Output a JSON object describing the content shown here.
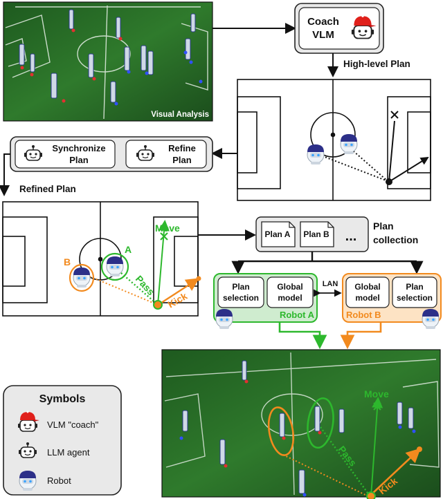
{
  "photo_top": {
    "caption": "Visual Analysis"
  },
  "coach": {
    "line1": "Coach",
    "line2": "VLM"
  },
  "high_level_plan": "High-level Plan",
  "sync_box": {
    "sync_line1": "Synchronize",
    "sync_line2": "Plan",
    "refine_line1": "Refine",
    "refine_line2": "Plan"
  },
  "refined_plan": "Refined Plan",
  "refined_field": {
    "move": "Move",
    "pass": "Pass",
    "kick": "Kick",
    "robot_a_tag": "A",
    "robot_b_tag": "B"
  },
  "plan_collection": {
    "plan_a": "Plan A",
    "plan_b": "Plan B",
    "more": "...",
    "label_line1": "Plan",
    "label_line2": "collection"
  },
  "robot_a_box": {
    "plan_selection_1": "Plan",
    "plan_selection_2": "selection",
    "global_model_1": "Global",
    "global_model_2": "model",
    "name": "Robot A"
  },
  "robot_b_box": {
    "global_model_1": "Global",
    "global_model_2": "model",
    "plan_selection_1": "Plan",
    "plan_selection_2": "selection",
    "name": "Robot B"
  },
  "lan": "LAN",
  "photo_bottom": {
    "move": "Move",
    "pass": "Pass",
    "kick": "Kick"
  },
  "symbols": {
    "title": "Symbols",
    "vlm": "VLM \"coach\"",
    "llm": "LLM agent",
    "robot": "Robot"
  },
  "colors": {
    "green": "#2db82d",
    "orange": "#f28a1e",
    "robot_a_fill": "#cfeccf",
    "robot_b_fill": "#fde3c4",
    "grass": "#2f6e2a",
    "panel_gray": "#e9e9e9"
  }
}
